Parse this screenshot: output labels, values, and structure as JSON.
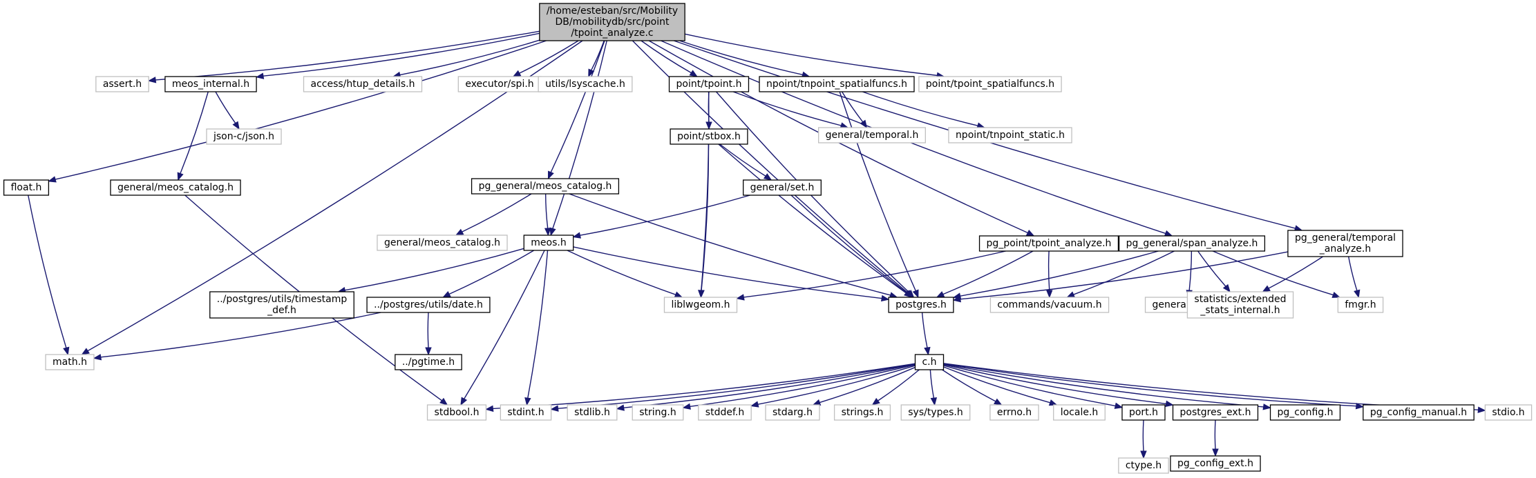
{
  "diagram": {
    "colors": {
      "edge": "#191970",
      "root_fill": "#bfbfbf",
      "documented_border": "#000000",
      "external_border": "#bfbfbf",
      "node_fill": "#ffffff"
    },
    "nodes": [
      {
        "id": "root",
        "lines": [
          "/home/esteban/src/Mobility",
          "DB/mobilitydb/src/point",
          "/tpoint_analyze.c"
        ],
        "kind": "root"
      },
      {
        "id": "float",
        "lines": [
          "float.h"
        ],
        "kind": "doc"
      },
      {
        "id": "math",
        "lines": [
          "math.h"
        ],
        "kind": "ext"
      },
      {
        "id": "assert",
        "lines": [
          "assert.h"
        ],
        "kind": "ext"
      },
      {
        "id": "meos_internal",
        "lines": [
          "meos_internal.h"
        ],
        "kind": "doc"
      },
      {
        "id": "jsonc",
        "lines": [
          "json-c/json.h"
        ],
        "kind": "ext"
      },
      {
        "id": "general_meos_catalog_doc",
        "lines": [
          "general/meos_catalog.h"
        ],
        "kind": "doc"
      },
      {
        "id": "htup",
        "lines": [
          "access/htup_details.h"
        ],
        "kind": "ext"
      },
      {
        "id": "spi",
        "lines": [
          "executor/spi.h"
        ],
        "kind": "ext"
      },
      {
        "id": "lsyscache",
        "lines": [
          "utils/lsyscache.h"
        ],
        "kind": "ext"
      },
      {
        "id": "pg_general_meos_catalog",
        "lines": [
          "pg_general/meos_catalog.h"
        ],
        "kind": "doc"
      },
      {
        "id": "general_meos_catalog_ext",
        "lines": [
          "general/meos_catalog.h"
        ],
        "kind": "ext"
      },
      {
        "id": "meos",
        "lines": [
          "meos.h"
        ],
        "kind": "doc"
      },
      {
        "id": "timestamp_def",
        "lines": [
          "../postgres/utils/timestamp",
          "_def.h"
        ],
        "kind": "doc"
      },
      {
        "id": "date",
        "lines": [
          "../postgres/utils/date.h"
        ],
        "kind": "doc"
      },
      {
        "id": "pgtime",
        "lines": [
          "../pgtime.h"
        ],
        "kind": "doc"
      },
      {
        "id": "tpoint",
        "lines": [
          "point/tpoint.h"
        ],
        "kind": "doc"
      },
      {
        "id": "stbox",
        "lines": [
          "point/stbox.h"
        ],
        "kind": "doc"
      },
      {
        "id": "set",
        "lines": [
          "general/set.h"
        ],
        "kind": "doc"
      },
      {
        "id": "liblwgeom",
        "lines": [
          "liblwgeom.h"
        ],
        "kind": "ext"
      },
      {
        "id": "temporal",
        "lines": [
          "general/temporal.h"
        ],
        "kind": "ext"
      },
      {
        "id": "tnpoint_spatialfuncs",
        "lines": [
          "npoint/tnpoint_spatialfuncs.h"
        ],
        "kind": "doc"
      },
      {
        "id": "tnpoint_static",
        "lines": [
          "npoint/tnpoint_static.h"
        ],
        "kind": "ext"
      },
      {
        "id": "tpoint_spatialfuncs",
        "lines": [
          "point/tpoint_spatialfuncs.h"
        ],
        "kind": "ext"
      },
      {
        "id": "postgres",
        "lines": [
          "postgres.h"
        ],
        "kind": "doc"
      },
      {
        "id": "pg_tpoint_analyze",
        "lines": [
          "pg_point/tpoint_analyze.h"
        ],
        "kind": "doc"
      },
      {
        "id": "vacuum",
        "lines": [
          "commands/vacuum.h"
        ],
        "kind": "ext"
      },
      {
        "id": "span_analyze",
        "lines": [
          "pg_general/span_analyze.h"
        ],
        "kind": "doc"
      },
      {
        "id": "span",
        "lines": [
          "general/span.h"
        ],
        "kind": "ext"
      },
      {
        "id": "extended_stats",
        "lines": [
          "statistics/extended",
          "_stats_internal.h"
        ],
        "kind": "ext"
      },
      {
        "id": "temporal_analyze",
        "lines": [
          "pg_general/temporal",
          "_analyze.h"
        ],
        "kind": "doc"
      },
      {
        "id": "fmgr",
        "lines": [
          "fmgr.h"
        ],
        "kind": "ext"
      },
      {
        "id": "c",
        "lines": [
          "c.h"
        ],
        "kind": "doc"
      },
      {
        "id": "stdbool",
        "lines": [
          "stdbool.h"
        ],
        "kind": "ext"
      },
      {
        "id": "stdint",
        "lines": [
          "stdint.h"
        ],
        "kind": "ext"
      },
      {
        "id": "stdlib",
        "lines": [
          "stdlib.h"
        ],
        "kind": "ext"
      },
      {
        "id": "string",
        "lines": [
          "string.h"
        ],
        "kind": "ext"
      },
      {
        "id": "stddef",
        "lines": [
          "stddef.h"
        ],
        "kind": "ext"
      },
      {
        "id": "stdarg",
        "lines": [
          "stdarg.h"
        ],
        "kind": "ext"
      },
      {
        "id": "strings",
        "lines": [
          "strings.h"
        ],
        "kind": "ext"
      },
      {
        "id": "systypes",
        "lines": [
          "sys/types.h"
        ],
        "kind": "ext"
      },
      {
        "id": "errno",
        "lines": [
          "errno.h"
        ],
        "kind": "ext"
      },
      {
        "id": "locale",
        "lines": [
          "locale.h"
        ],
        "kind": "ext"
      },
      {
        "id": "port",
        "lines": [
          "port.h"
        ],
        "kind": "doc"
      },
      {
        "id": "postgres_ext",
        "lines": [
          "postgres_ext.h"
        ],
        "kind": "doc"
      },
      {
        "id": "pg_config",
        "lines": [
          "pg_config.h"
        ],
        "kind": "doc"
      },
      {
        "id": "pg_config_manual",
        "lines": [
          "pg_config_manual.h"
        ],
        "kind": "doc"
      },
      {
        "id": "stdio",
        "lines": [
          "stdio.h"
        ],
        "kind": "ext"
      },
      {
        "id": "ctype",
        "lines": [
          "ctype.h"
        ],
        "kind": "ext"
      },
      {
        "id": "pg_config_ext",
        "lines": [
          "pg_config_ext.h"
        ],
        "kind": "doc"
      }
    ],
    "edges": [
      [
        "root",
        "float"
      ],
      [
        "root",
        "math"
      ],
      [
        "root",
        "assert"
      ],
      [
        "root",
        "meos_internal"
      ],
      [
        "root",
        "htup"
      ],
      [
        "root",
        "spi"
      ],
      [
        "root",
        "lsyscache"
      ],
      [
        "root",
        "pg_general_meos_catalog"
      ],
      [
        "root",
        "meos"
      ],
      [
        "root",
        "tpoint"
      ],
      [
        "root",
        "tnpoint_spatialfuncs"
      ],
      [
        "root",
        "tpoint_spatialfuncs"
      ],
      [
        "root",
        "postgres"
      ],
      [
        "root",
        "pg_tpoint_analyze"
      ],
      [
        "root",
        "span_analyze"
      ],
      [
        "root",
        "temporal_analyze"
      ],
      [
        "float",
        "math"
      ],
      [
        "meos_internal",
        "jsonc"
      ],
      [
        "meos_internal",
        "general_meos_catalog_doc"
      ],
      [
        "general_meos_catalog_doc",
        "stdbool"
      ],
      [
        "pg_general_meos_catalog",
        "general_meos_catalog_ext"
      ],
      [
        "pg_general_meos_catalog",
        "meos"
      ],
      [
        "pg_general_meos_catalog",
        "postgres"
      ],
      [
        "meos",
        "timestamp_def"
      ],
      [
        "meos",
        "date"
      ],
      [
        "meos",
        "liblwgeom"
      ],
      [
        "meos",
        "postgres"
      ],
      [
        "meos",
        "stdbool"
      ],
      [
        "meos",
        "stdint"
      ],
      [
        "date",
        "math"
      ],
      [
        "date",
        "pgtime"
      ],
      [
        "tpoint",
        "stbox"
      ],
      [
        "tpoint",
        "temporal"
      ],
      [
        "tpoint",
        "liblwgeom"
      ],
      [
        "tpoint",
        "postgres"
      ],
      [
        "stbox",
        "set"
      ],
      [
        "stbox",
        "liblwgeom"
      ],
      [
        "stbox",
        "postgres"
      ],
      [
        "set",
        "meos"
      ],
      [
        "set",
        "postgres"
      ],
      [
        "tnpoint_spatialfuncs",
        "temporal"
      ],
      [
        "tnpoint_spatialfuncs",
        "tnpoint_static"
      ],
      [
        "tnpoint_spatialfuncs",
        "postgres"
      ],
      [
        "pg_tpoint_analyze",
        "liblwgeom"
      ],
      [
        "pg_tpoint_analyze",
        "postgres"
      ],
      [
        "pg_tpoint_analyze",
        "vacuum"
      ],
      [
        "span_analyze",
        "postgres"
      ],
      [
        "span_analyze",
        "vacuum"
      ],
      [
        "span_analyze",
        "span"
      ],
      [
        "span_analyze",
        "extended_stats"
      ],
      [
        "span_analyze",
        "fmgr"
      ],
      [
        "temporal_analyze",
        "postgres"
      ],
      [
        "temporal_analyze",
        "extended_stats"
      ],
      [
        "temporal_analyze",
        "fmgr"
      ],
      [
        "postgres",
        "c"
      ],
      [
        "c",
        "stdbool"
      ],
      [
        "c",
        "stdint"
      ],
      [
        "c",
        "stdlib"
      ],
      [
        "c",
        "string"
      ],
      [
        "c",
        "stddef"
      ],
      [
        "c",
        "stdarg"
      ],
      [
        "c",
        "strings"
      ],
      [
        "c",
        "systypes"
      ],
      [
        "c",
        "errno"
      ],
      [
        "c",
        "locale"
      ],
      [
        "c",
        "port"
      ],
      [
        "c",
        "postgres_ext"
      ],
      [
        "c",
        "pg_config"
      ],
      [
        "c",
        "pg_config_manual"
      ],
      [
        "c",
        "stdio"
      ],
      [
        "port",
        "ctype"
      ],
      [
        "postgres_ext",
        "pg_config_ext"
      ]
    ]
  }
}
